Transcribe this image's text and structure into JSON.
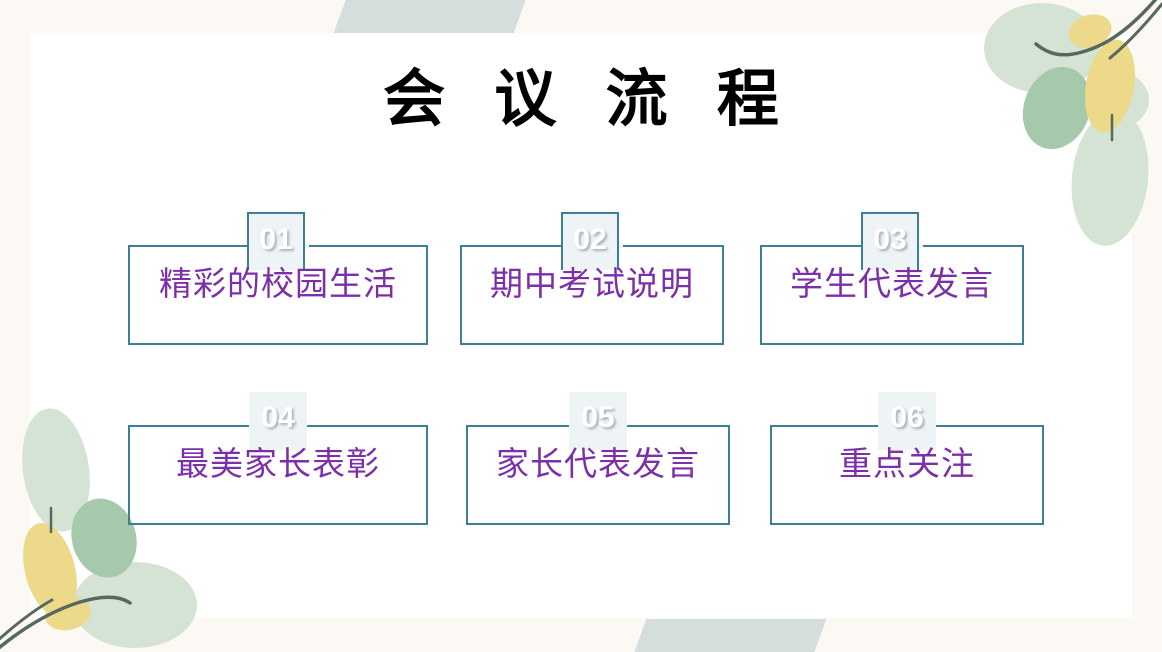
{
  "slide": {
    "title": "会 议 流 程",
    "background_color": "#fcf8f4",
    "card_color": "#ffffff",
    "accent_border_color": "#3d7f95",
    "label_color": "#7b2fa8",
    "badge_bg_color": "#eef3f6",
    "ribbon_color": "#d3dedd"
  },
  "items": [
    {
      "number": "01",
      "label": "精彩的校园生活"
    },
    {
      "number": "02",
      "label": "期中考试说明"
    },
    {
      "number": "03",
      "label": "学生代表发言"
    },
    {
      "number": "04",
      "label": "最美家长表彰"
    },
    {
      "number": "05",
      "label": "家长代表发言"
    },
    {
      "number": "06",
      "label": "重点关注"
    }
  ],
  "decorations": {
    "top_right": "olive-branch-icon",
    "bottom_left": "olive-branch-icon",
    "top_ribbon": "slanted-ribbon",
    "bottom_ribbon": "slanted-ribbon"
  }
}
